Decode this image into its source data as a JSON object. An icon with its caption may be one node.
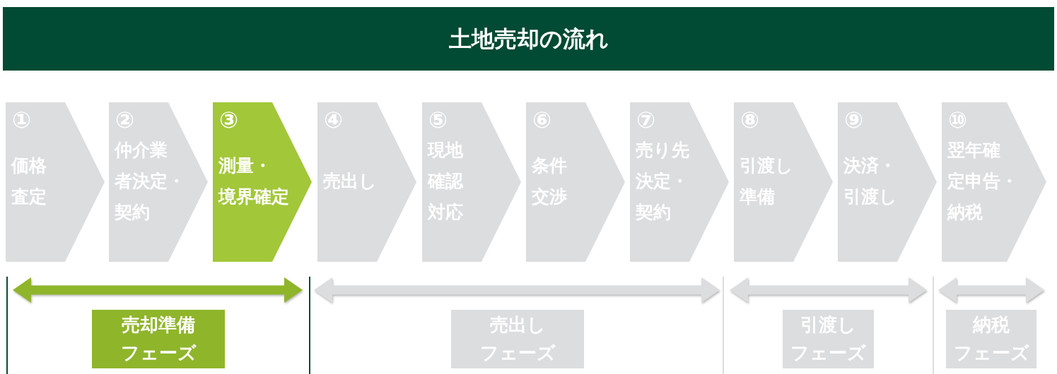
{
  "diagram": {
    "title": "土地売却の流れ",
    "nodes": [
      {
        "text": [
          "①",
          "価格査定"
        ]
      },
      {
        "text": [
          "②",
          "仲介業者決定・契約"
        ]
      },
      {
        "text": [
          "③",
          "測量・境界確定"
        ]
      },
      {
        "text": [
          "④",
          "売出し"
        ]
      },
      {
        "text": [
          "⑤",
          "現地確認対応"
        ]
      },
      {
        "text": [
          "⑥",
          "条件交渉"
        ]
      },
      {
        "text": [
          "⑦",
          "売り先決定・契約"
        ]
      },
      {
        "text": [
          "⑧",
          "引渡し準備"
        ]
      },
      {
        "text": [
          "⑨",
          "決済・引渡し"
        ]
      },
      {
        "text": [
          "⑩",
          "翌年確定申告・納税"
        ]
      },
      {
        "text": [],
        "shape": "arrow"
      },
      {
        "text": [],
        "shape": "arrow"
      },
      {
        "text": [],
        "shape": "arrow"
      },
      {
        "text": [],
        "shape": "arrow"
      },
      {
        "text": [
          "売却準備フェーズ"
        ]
      },
      {
        "text": [
          "売出しフェーズ"
        ]
      },
      {
        "text": [
          "引渡しフェーズ"
        ]
      },
      {
        "text": [
          "納税フェーズ"
        ]
      }
    ]
  }
}
